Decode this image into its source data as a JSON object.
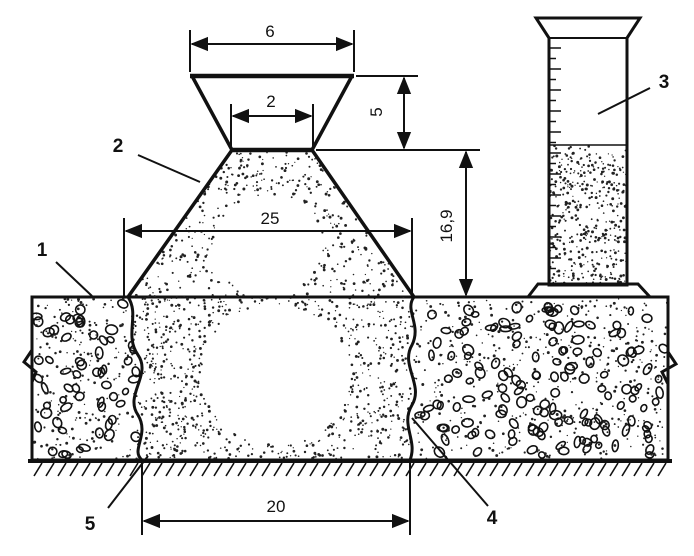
{
  "dimensions": {
    "top_width": "6",
    "neck_width": "2",
    "top_height": "5",
    "cone_height": "16,9",
    "cone_base_width": "25",
    "hole_width": "20"
  },
  "callouts": {
    "c1": "1",
    "c2": "2",
    "c3": "3",
    "c4": "4",
    "c5": "5"
  },
  "colors": {
    "ink": "#111111",
    "paper": "#ffffff"
  }
}
